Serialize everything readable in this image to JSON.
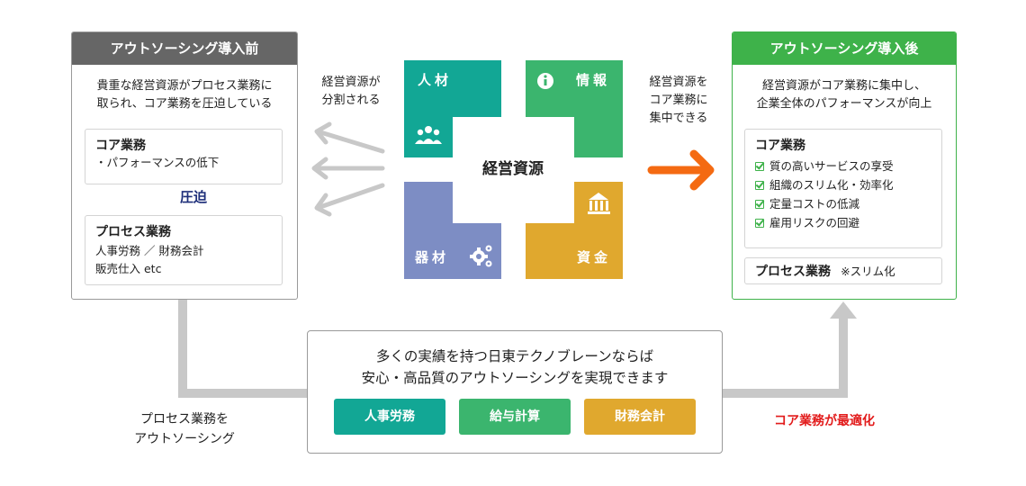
{
  "before": {
    "header": "アウトソーシング導入前",
    "desc_line1": "貴重な経営資源がプロセス業務に",
    "desc_line2": "取られ、コア業務を圧迫している",
    "core_title": "コア業務",
    "core_item": "・パフォーマンスの低下",
    "pressure_label": "圧迫",
    "process_title": "プロセス業務",
    "process_line1": "人事労務 ／ 財務会計",
    "process_line2": "販売仕入 etc"
  },
  "resources": {
    "center": "経営資源",
    "people": "人材",
    "info": "情報",
    "equipment": "器材",
    "funds": "資金",
    "dispersed_line1": "経営資源が",
    "dispersed_line2": "分割される",
    "focus_line1": "経営資源を",
    "focus_line2": "コア業務に",
    "focus_line3": "集中できる",
    "colors": {
      "people": "#12a795",
      "info": "#3bb56e",
      "equipment": "#7d8dc4",
      "funds": "#e0a82e"
    }
  },
  "after": {
    "header": "アウトソーシング導入後",
    "desc_line1": "経営資源がコア業務に集中し、",
    "desc_line2": "企業全体のパフォーマンスが向上",
    "core_title": "コア業務",
    "items": [
      "質の高いサービスの享受",
      "組織のスリム化・効率化",
      "定量コストの低減",
      "雇用リスクの回避"
    ],
    "process_title": "プロセス業務",
    "process_note": "※スリム化"
  },
  "bottom": {
    "line1": "多くの実績を持つ日東テクノブレーンならば",
    "line2": "安心・高品質のアウトソーシングを実現できます",
    "pills": [
      "人事労務",
      "給与計算",
      "財務会計"
    ],
    "pill_colors": [
      "#12a795",
      "#3bb56e",
      "#e0a82e"
    ]
  },
  "left_caption_line1": "プロセス業務を",
  "left_caption_line2": "アウトソーシング",
  "right_caption": "コア業務が最適化",
  "accent": {
    "green": "#3eb24a",
    "orange": "#f46a12",
    "navy": "#1e2f7a",
    "red": "#e21b1b"
  }
}
